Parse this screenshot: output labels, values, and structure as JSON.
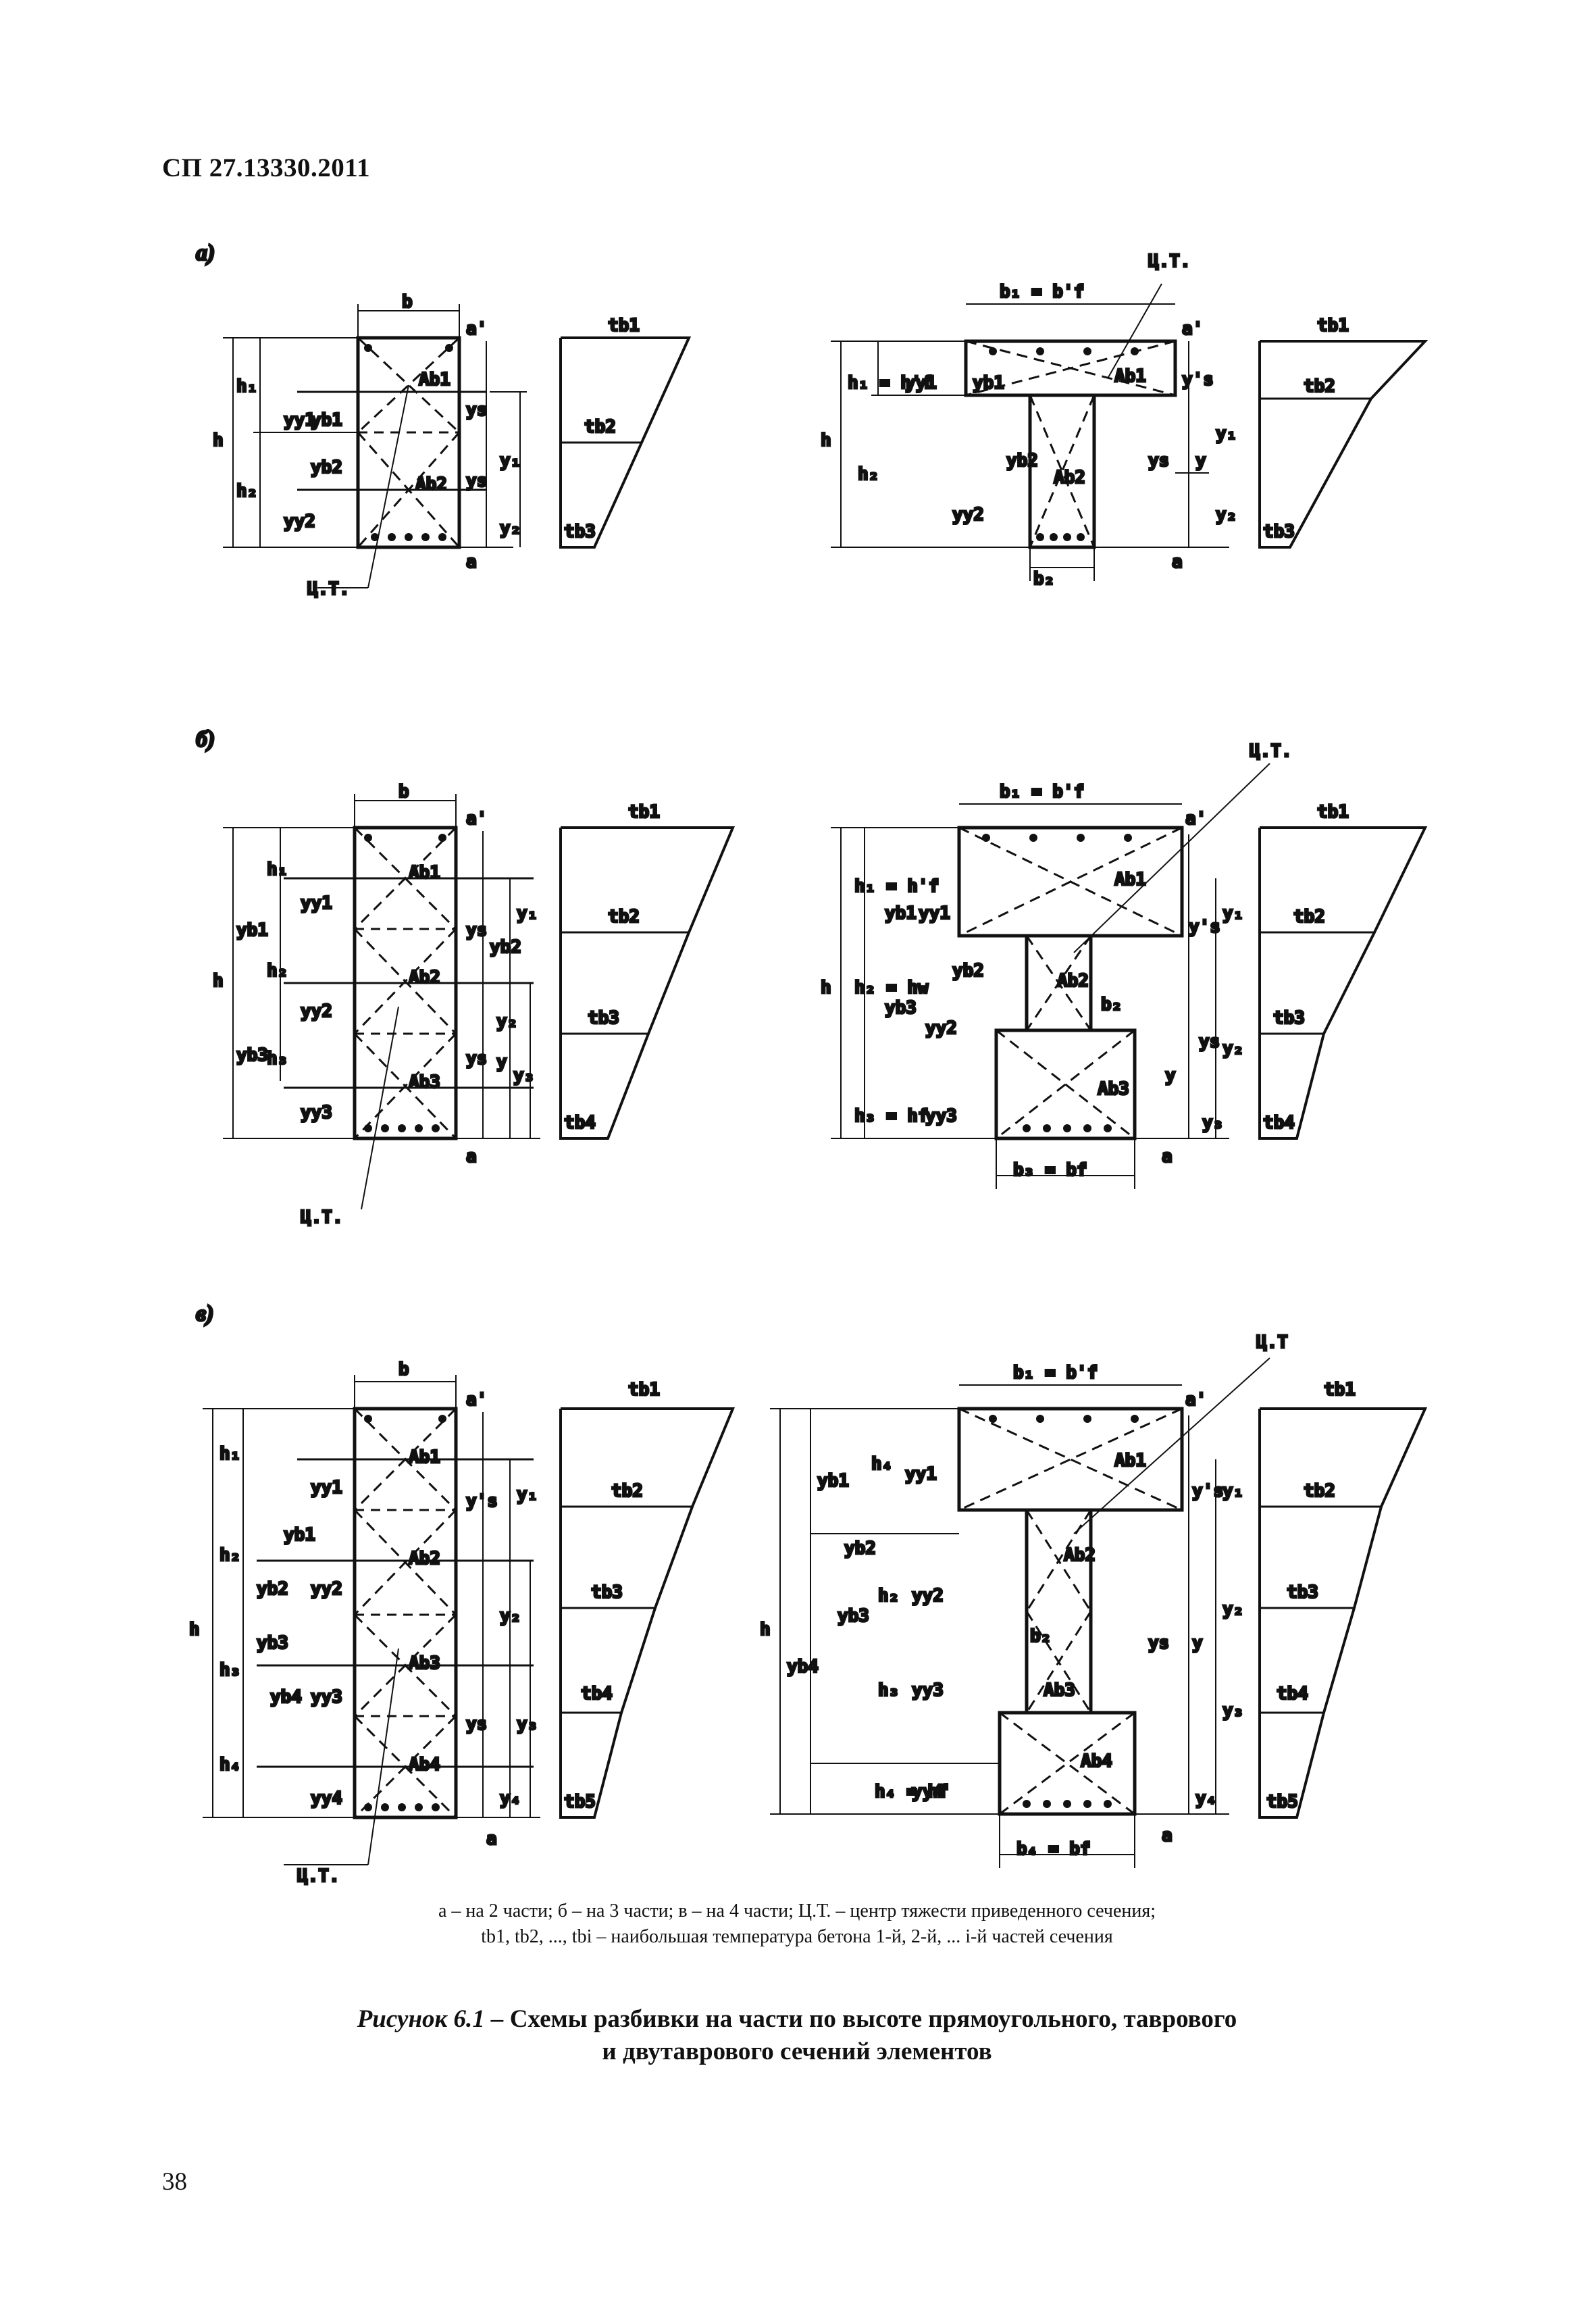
{
  "header": {
    "code": "СП 27.13330.2011"
  },
  "panels": [
    {
      "letter": "а)"
    },
    {
      "letter": "б)"
    },
    {
      "letter": "в)"
    }
  ],
  "labels": {
    "b": "b",
    "b1bf": "b₁ = b'f",
    "b1bfb": "b₁ = b'f",
    "b2": "b₂",
    "b3bf": "b₃ = bf",
    "b4bf": "b₄ = bf",
    "ct": "Ц.Т.",
    "ct_last": "Ц.Т",
    "h": "h",
    "a": "a",
    "a_prime": "a'",
    "h1": "h₁",
    "h2": "h₂",
    "h3": "h₃",
    "h4": "h₄",
    "h1hf": "h₁ = h'f",
    "h2hw": "h₂ = hw",
    "h3hf": "h₃ = hf",
    "h4hf": "h₄ = hf",
    "Ab1": "Ab1",
    "Ab2": "Ab2",
    "Ab3": "Ab3",
    "Ab4": "Ab4",
    "yb1": "yb1",
    "yb2": "yb2",
    "yb3": "yb3",
    "yb4": "yb4",
    "yy1": "yy1",
    "yy2": "yy2",
    "yy3": "yy3",
    "yy4": "yy4",
    "ys": "ys",
    "ys_prime": "y's",
    "y": "y",
    "y1": "y₁",
    "y2": "y₂",
    "y3": "y₃",
    "y4": "y₄",
    "tb1": "tb1",
    "tb2": "tb2",
    "tb3": "tb3",
    "tb4": "tb4",
    "tb5": "tb5"
  },
  "legend": {
    "line1": "а – на 2 части;  б – на 3 части;  в – на 4 части;  Ц.Т. – центр тяжести приведенного сечения;",
    "line2": "tb1, tb2, ..., tbi – наибольшая температура бетона 1-й, 2-й, ... i-й частей сечения"
  },
  "caption": {
    "prefix": "Рисунок 6.1 –",
    "line1": " Схемы разбивки на части по высоте прямоугольного, таврового",
    "line2": "и двутаврового сечений элементов"
  },
  "page_number": "38"
}
